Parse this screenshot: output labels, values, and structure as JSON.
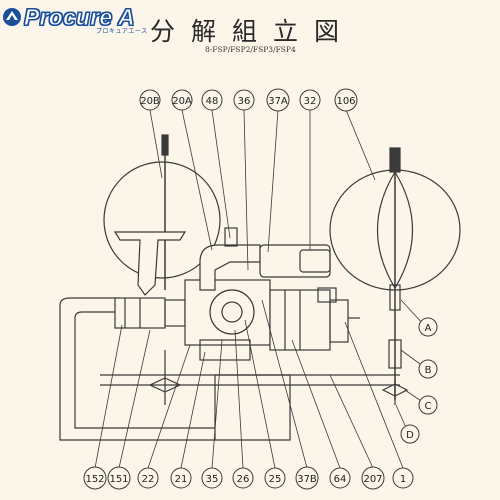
{
  "logo": {
    "text": "Procure A",
    "sub": "プロキュアエース"
  },
  "title": "分解組立図",
  "model": "8-FSP/FSP2/FSP3/FSP4",
  "top_labels": [
    "20B",
    "20A",
    "48",
    "36",
    "37A",
    "32",
    "106"
  ],
  "side_labels": [
    "A",
    "B",
    "C",
    "D"
  ],
  "bottom_labels": [
    "152",
    "151",
    "22",
    "21",
    "35",
    "26",
    "25",
    "37B",
    "64",
    "207",
    "1"
  ],
  "colors": {
    "line": "#3a3a3a",
    "background": "#fbf6e9",
    "logo_blue": "#1a4f9c"
  }
}
